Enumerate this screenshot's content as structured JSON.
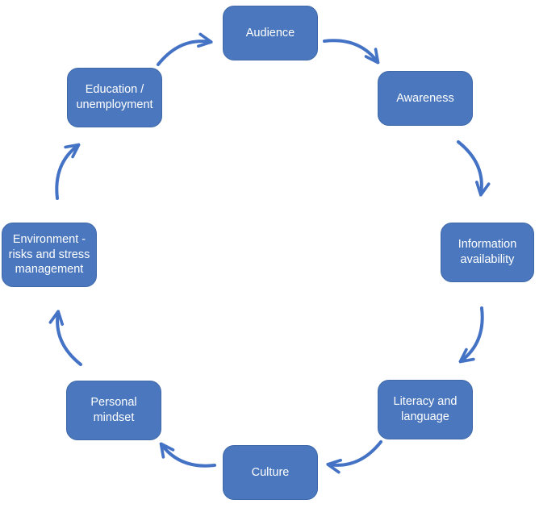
{
  "diagram": {
    "type": "cycle",
    "direction": "clockwise",
    "colors": {
      "node_fill": "#4a77bd",
      "node_border": "#3e68a8",
      "arrow_color": "#4472c4",
      "text_color": "#ffffff",
      "background": "#ffffff"
    },
    "nodes": [
      {
        "id": "audience",
        "label": "Audience"
      },
      {
        "id": "awareness",
        "label": "Awareness"
      },
      {
        "id": "information-availability",
        "label": "Information\navailability"
      },
      {
        "id": "literacy-and-language",
        "label": "Literacy and\nlanguage"
      },
      {
        "id": "culture",
        "label": "Culture"
      },
      {
        "id": "personal-mindset",
        "label": "Personal\nmindset"
      },
      {
        "id": "environment",
        "label": "Environment -\nrisks and stress\nmanagement"
      },
      {
        "id": "education-unemployment",
        "label": "Education /\nunemployment"
      }
    ],
    "connections": [
      {
        "from": "audience",
        "to": "awareness"
      },
      {
        "from": "awareness",
        "to": "information-availability"
      },
      {
        "from": "information-availability",
        "to": "literacy-and-language"
      },
      {
        "from": "literacy-and-language",
        "to": "culture"
      },
      {
        "from": "culture",
        "to": "personal-mindset"
      },
      {
        "from": "personal-mindset",
        "to": "environment"
      },
      {
        "from": "environment",
        "to": "education-unemployment"
      },
      {
        "from": "education-unemployment",
        "to": "audience"
      }
    ]
  }
}
